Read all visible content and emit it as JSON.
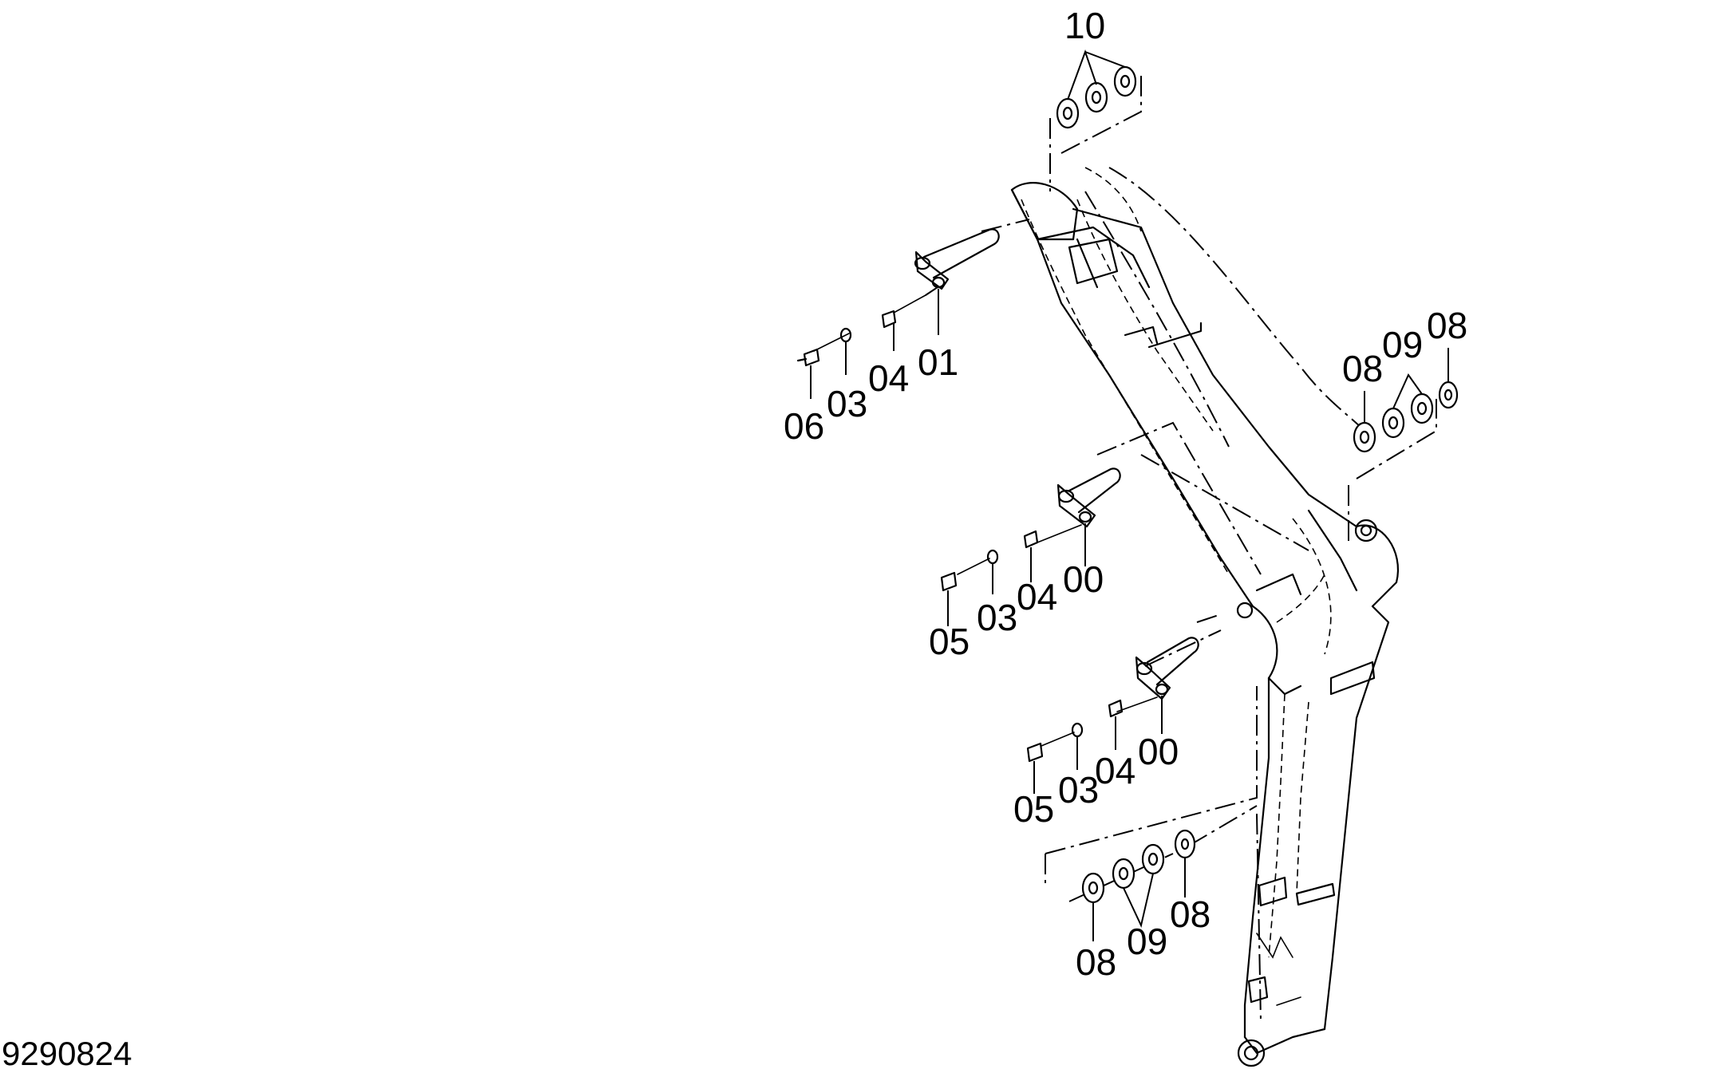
{
  "drawing_number": "9290824",
  "callouts": {
    "c1": "10",
    "c2": "08",
    "c3": "09",
    "c4": "08",
    "c5": "01",
    "c6": "04",
    "c7": "03",
    "c8": "06",
    "c9": "00",
    "c10": "04",
    "c11": "03",
    "c12": "05",
    "c13": "00",
    "c14": "04",
    "c15": "03",
    "c16": "05",
    "c17": "08",
    "c18": "09",
    "c19": "08"
  }
}
